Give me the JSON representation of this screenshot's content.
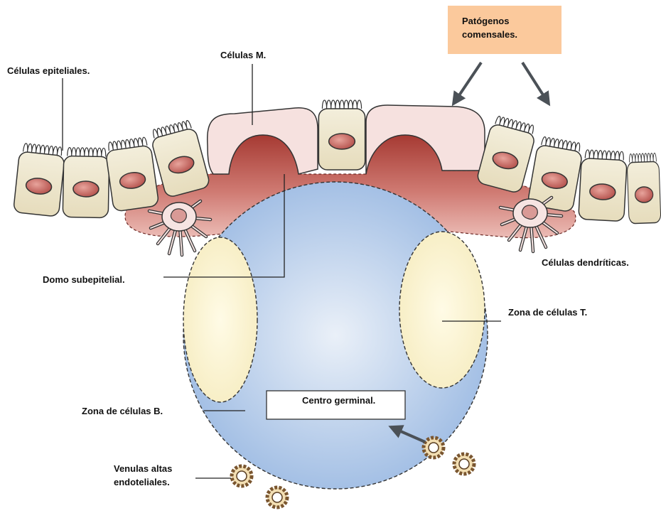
{
  "labels": {
    "epithelial_cells": "Células epiteliales.",
    "m_cells": "Células M.",
    "pathogens_line1": "Patógenos",
    "pathogens_line2": "comensales.",
    "subepithelial_dome": "Domo subepitelial.",
    "dendritic_cells": "Células dendríticas.",
    "t_cell_zone": "Zona de células T.",
    "germinal_center": "Centro germinal.",
    "b_cell_zone": "Zona de células B.",
    "venules_line1": "Venulas altas",
    "venules_line2": "endoteliales."
  },
  "colors": {
    "pathogen_box": "#fbc99c",
    "epithelial_cell": "#efe8cf",
    "nucleus": "#c0605a",
    "m_cell": "#f6e1df",
    "subepithelial_dome": "#b84a42",
    "follicle": "#a9c4e6",
    "t_cell_zone": "#faf3cf",
    "arrow": "#4b5157"
  }
}
